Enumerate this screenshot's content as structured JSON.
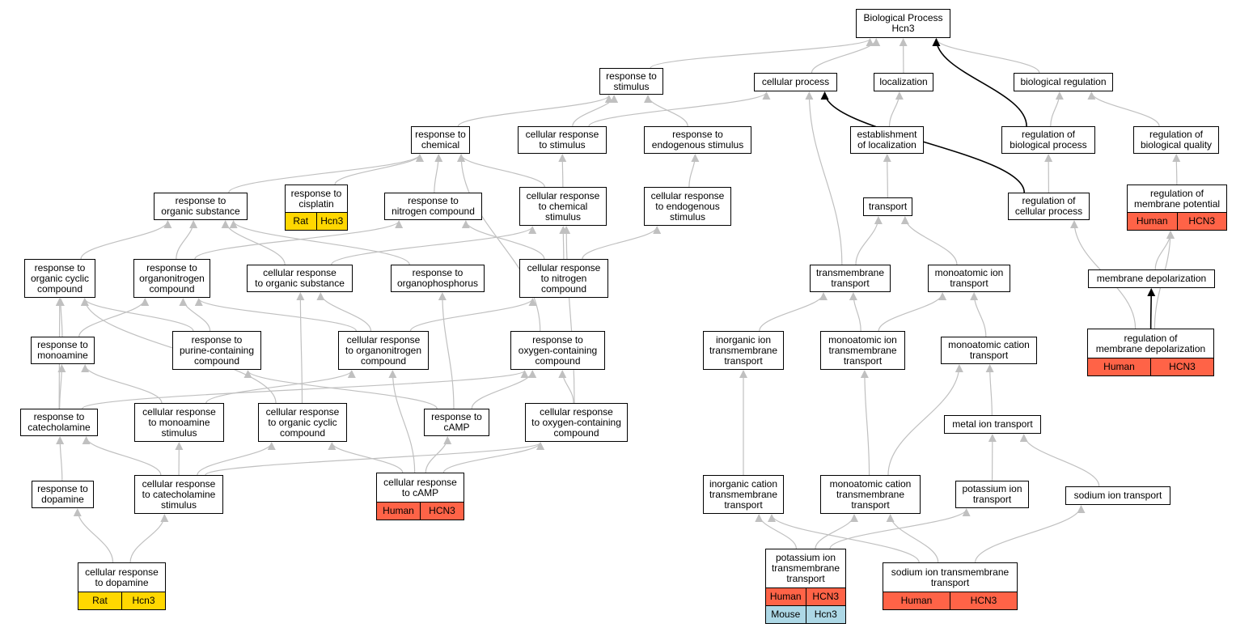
{
  "colors": {
    "edge_gray": "#c0c0c0",
    "edge_black": "#000000",
    "human": "#ff6347",
    "rat": "#ffd700",
    "mouse": "#add8e6"
  },
  "nodes": [
    {
      "id": "bp",
      "label": "Biological Process\nHcn3"
    },
    {
      "id": "rts",
      "label": "response to\nstimulus"
    },
    {
      "id": "cp",
      "label": "cellular process"
    },
    {
      "id": "loc",
      "label": "localization"
    },
    {
      "id": "breg",
      "label": "biological regulation"
    },
    {
      "id": "rtc",
      "label": "response to\nchemical"
    },
    {
      "id": "crs",
      "label": "cellular response\nto stimulus"
    },
    {
      "id": "rtes",
      "label": "response to\nendogenous stimulus"
    },
    {
      "id": "eol",
      "label": "establishment\nof localization"
    },
    {
      "id": "robp",
      "label": "regulation of\nbiological process"
    },
    {
      "id": "robq",
      "label": "regulation of\nbiological quality"
    },
    {
      "id": "rtos",
      "label": "response to\norganic substance"
    },
    {
      "id": "rtcis",
      "label": "response to\ncisplatin",
      "ann": [
        [
          "Rat",
          "Hcn3",
          "rat"
        ]
      ]
    },
    {
      "id": "rtnc",
      "label": "response to\nnitrogen compound"
    },
    {
      "id": "crcs",
      "label": "cellular response\nto chemical\nstimulus"
    },
    {
      "id": "cres",
      "label": "cellular response\nto endogenous\nstimulus"
    },
    {
      "id": "trans",
      "label": "transport"
    },
    {
      "id": "rocp",
      "label": "regulation of\ncellular process"
    },
    {
      "id": "romp",
      "label": "regulation of\nmembrane potential",
      "ann": [
        [
          "Human",
          "HCN3",
          "human"
        ]
      ]
    },
    {
      "id": "rtocc",
      "label": "response to\norganic cyclic\ncompound"
    },
    {
      "id": "rtonc",
      "label": "response to\norganonitrogen\ncompound"
    },
    {
      "id": "crtos",
      "label": "cellular response\nto organic substance"
    },
    {
      "id": "rtop",
      "label": "response to\norganophosphorus"
    },
    {
      "id": "crnc",
      "label": "cellular response\nto nitrogen\ncompound"
    },
    {
      "id": "tmt",
      "label": "transmembrane\ntransport"
    },
    {
      "id": "mit",
      "label": "monoatomic ion\ntransport"
    },
    {
      "id": "md",
      "label": "membrane depolarization"
    },
    {
      "id": "rtma",
      "label": "response to\nmonoamine"
    },
    {
      "id": "rtpcc",
      "label": "response to\npurine-containing\ncompound"
    },
    {
      "id": "cronc",
      "label": "cellular response\nto organonitrogen\ncompound"
    },
    {
      "id": "rtocontc",
      "label": "response to\noxygen-containing\ncompound"
    },
    {
      "id": "iitt",
      "label": "inorganic ion\ntransmembrane\ntransport"
    },
    {
      "id": "mitt",
      "label": "monoatomic ion\ntransmembrane\ntransport"
    },
    {
      "id": "mct",
      "label": "monoatomic cation\ntransport"
    },
    {
      "id": "romd",
      "label": "regulation of\nmembrane depolarization",
      "ann": [
        [
          "Human",
          "HCN3",
          "human"
        ]
      ]
    },
    {
      "id": "rtcat",
      "label": "response to\ncatecholamine"
    },
    {
      "id": "crms",
      "label": "cellular response\nto monoamine\nstimulus"
    },
    {
      "id": "crocc",
      "label": "cellular response\nto organic cyclic\ncompound"
    },
    {
      "id": "rtcamp",
      "label": "response to\ncAMP"
    },
    {
      "id": "crocontc",
      "label": "cellular response\nto oxygen-containing\ncompound"
    },
    {
      "id": "mett",
      "label": "metal ion transport"
    },
    {
      "id": "rtdop",
      "label": "response to\ndopamine"
    },
    {
      "id": "crcs2",
      "label": "cellular response\nto catecholamine\nstimulus"
    },
    {
      "id": "crcamp",
      "label": "cellular response\nto cAMP",
      "ann": [
        [
          "Human",
          "HCN3",
          "human"
        ]
      ]
    },
    {
      "id": "ictt",
      "label": "inorganic cation\ntransmembrane\ntransport"
    },
    {
      "id": "mctt",
      "label": "monoatomic cation\ntransmembrane\ntransport"
    },
    {
      "id": "kit",
      "label": "potassium ion\ntransport"
    },
    {
      "id": "nait",
      "label": "sodium ion transport"
    },
    {
      "id": "crdop",
      "label": "cellular response\nto dopamine",
      "ann": [
        [
          "Rat",
          "Hcn3",
          "rat"
        ]
      ]
    },
    {
      "id": "kitt",
      "label": "potassium ion\ntransmembrane\ntransport",
      "ann": [
        [
          "Human",
          "HCN3",
          "human"
        ],
        [
          "Mouse",
          "Hcn3",
          "mouse"
        ]
      ]
    },
    {
      "id": "naitt",
      "label": "sodium ion transmembrane\ntransport",
      "ann": [
        [
          "Human",
          "HCN3",
          "human"
        ]
      ]
    }
  ],
  "edges": [
    [
      "rts",
      "bp"
    ],
    [
      "cp",
      "bp"
    ],
    [
      "loc",
      "bp"
    ],
    [
      "breg",
      "bp"
    ],
    [
      "robp",
      "bp",
      "black"
    ],
    [
      "rtc",
      "rts"
    ],
    [
      "crs",
      "rts"
    ],
    [
      "rtes",
      "rts"
    ],
    [
      "crs",
      "cp"
    ],
    [
      "tmt",
      "cp"
    ],
    [
      "rocp",
      "cp",
      "black"
    ],
    [
      "eol",
      "loc"
    ],
    [
      "robp",
      "breg"
    ],
    [
      "robq",
      "breg"
    ],
    [
      "rtos",
      "rtc"
    ],
    [
      "rtcis",
      "rtc"
    ],
    [
      "rtnc",
      "rtc"
    ],
    [
      "crcs",
      "rtc"
    ],
    [
      "rtocontc",
      "rtc"
    ],
    [
      "crcs",
      "crs"
    ],
    [
      "cres",
      "rtes"
    ],
    [
      "trans",
      "eol"
    ],
    [
      "rocp",
      "robp"
    ],
    [
      "romp",
      "robq"
    ],
    [
      "rtocc",
      "rtos"
    ],
    [
      "rtonc",
      "rtos"
    ],
    [
      "crtos",
      "rtos"
    ],
    [
      "rtop",
      "rtos"
    ],
    [
      "rtonc",
      "rtnc"
    ],
    [
      "crnc",
      "rtnc"
    ],
    [
      "crtos",
      "crcs"
    ],
    [
      "crnc",
      "crcs"
    ],
    [
      "crocontc",
      "crcs"
    ],
    [
      "crnc",
      "cres"
    ],
    [
      "tmt",
      "trans"
    ],
    [
      "mit",
      "trans"
    ],
    [
      "romd",
      "rocp"
    ],
    [
      "md",
      "romp"
    ],
    [
      "romd",
      "romp"
    ],
    [
      "rtma",
      "rtocc"
    ],
    [
      "rtcat",
      "rtocc"
    ],
    [
      "crocc",
      "rtocc"
    ],
    [
      "rtpcc",
      "rtocc"
    ],
    [
      "rtma",
      "rtonc"
    ],
    [
      "rtpcc",
      "rtonc"
    ],
    [
      "cronc",
      "rtonc"
    ],
    [
      "crocc",
      "crtos"
    ],
    [
      "cronc",
      "crtos"
    ],
    [
      "rtcamp",
      "rtop"
    ],
    [
      "cronc",
      "crnc"
    ],
    [
      "iitt",
      "tmt"
    ],
    [
      "mitt",
      "tmt"
    ],
    [
      "mitt",
      "mit"
    ],
    [
      "mct",
      "mit"
    ],
    [
      "romd",
      "md",
      "black"
    ],
    [
      "rtcat",
      "rtma"
    ],
    [
      "crms",
      "rtma"
    ],
    [
      "crms",
      "cronc"
    ],
    [
      "crcamp",
      "cronc"
    ],
    [
      "rtcat",
      "rtocontc"
    ],
    [
      "rtcamp",
      "rtocontc"
    ],
    [
      "crocontc",
      "rtocontc"
    ],
    [
      "rtcamp",
      "rtpcc"
    ],
    [
      "ictt",
      "iitt"
    ],
    [
      "mctt",
      "mitt"
    ],
    [
      "mctt",
      "mct"
    ],
    [
      "mett",
      "mct"
    ],
    [
      "rtdop",
      "rtcat"
    ],
    [
      "crcs2",
      "rtcat"
    ],
    [
      "crcs2",
      "crms"
    ],
    [
      "crcs2",
      "crocc"
    ],
    [
      "crcamp",
      "crocc"
    ],
    [
      "crcamp",
      "rtcamp"
    ],
    [
      "crcs2",
      "crocontc"
    ],
    [
      "crcamp",
      "crocontc"
    ],
    [
      "kit",
      "mett"
    ],
    [
      "nait",
      "mett"
    ],
    [
      "crdop",
      "rtdop"
    ],
    [
      "crdop",
      "crcs2"
    ],
    [
      "kitt",
      "ictt"
    ],
    [
      "kitt",
      "mctt"
    ],
    [
      "kitt",
      "kit"
    ],
    [
      "naitt",
      "ictt"
    ],
    [
      "naitt",
      "mctt"
    ],
    [
      "naitt",
      "nait"
    ]
  ]
}
